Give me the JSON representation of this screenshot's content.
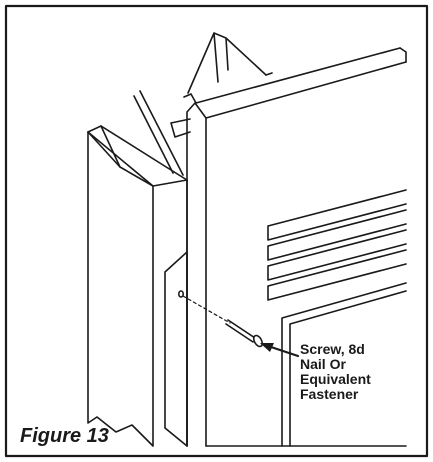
{
  "callout": {
    "line1": "Screw, 8d",
    "line2": "Nail Or",
    "line3": "Equivalent",
    "line4": "Fastener"
  },
  "caption": "Figure 13",
  "colors": {
    "ink": "#1a1a1a",
    "paper": "#ffffff"
  }
}
